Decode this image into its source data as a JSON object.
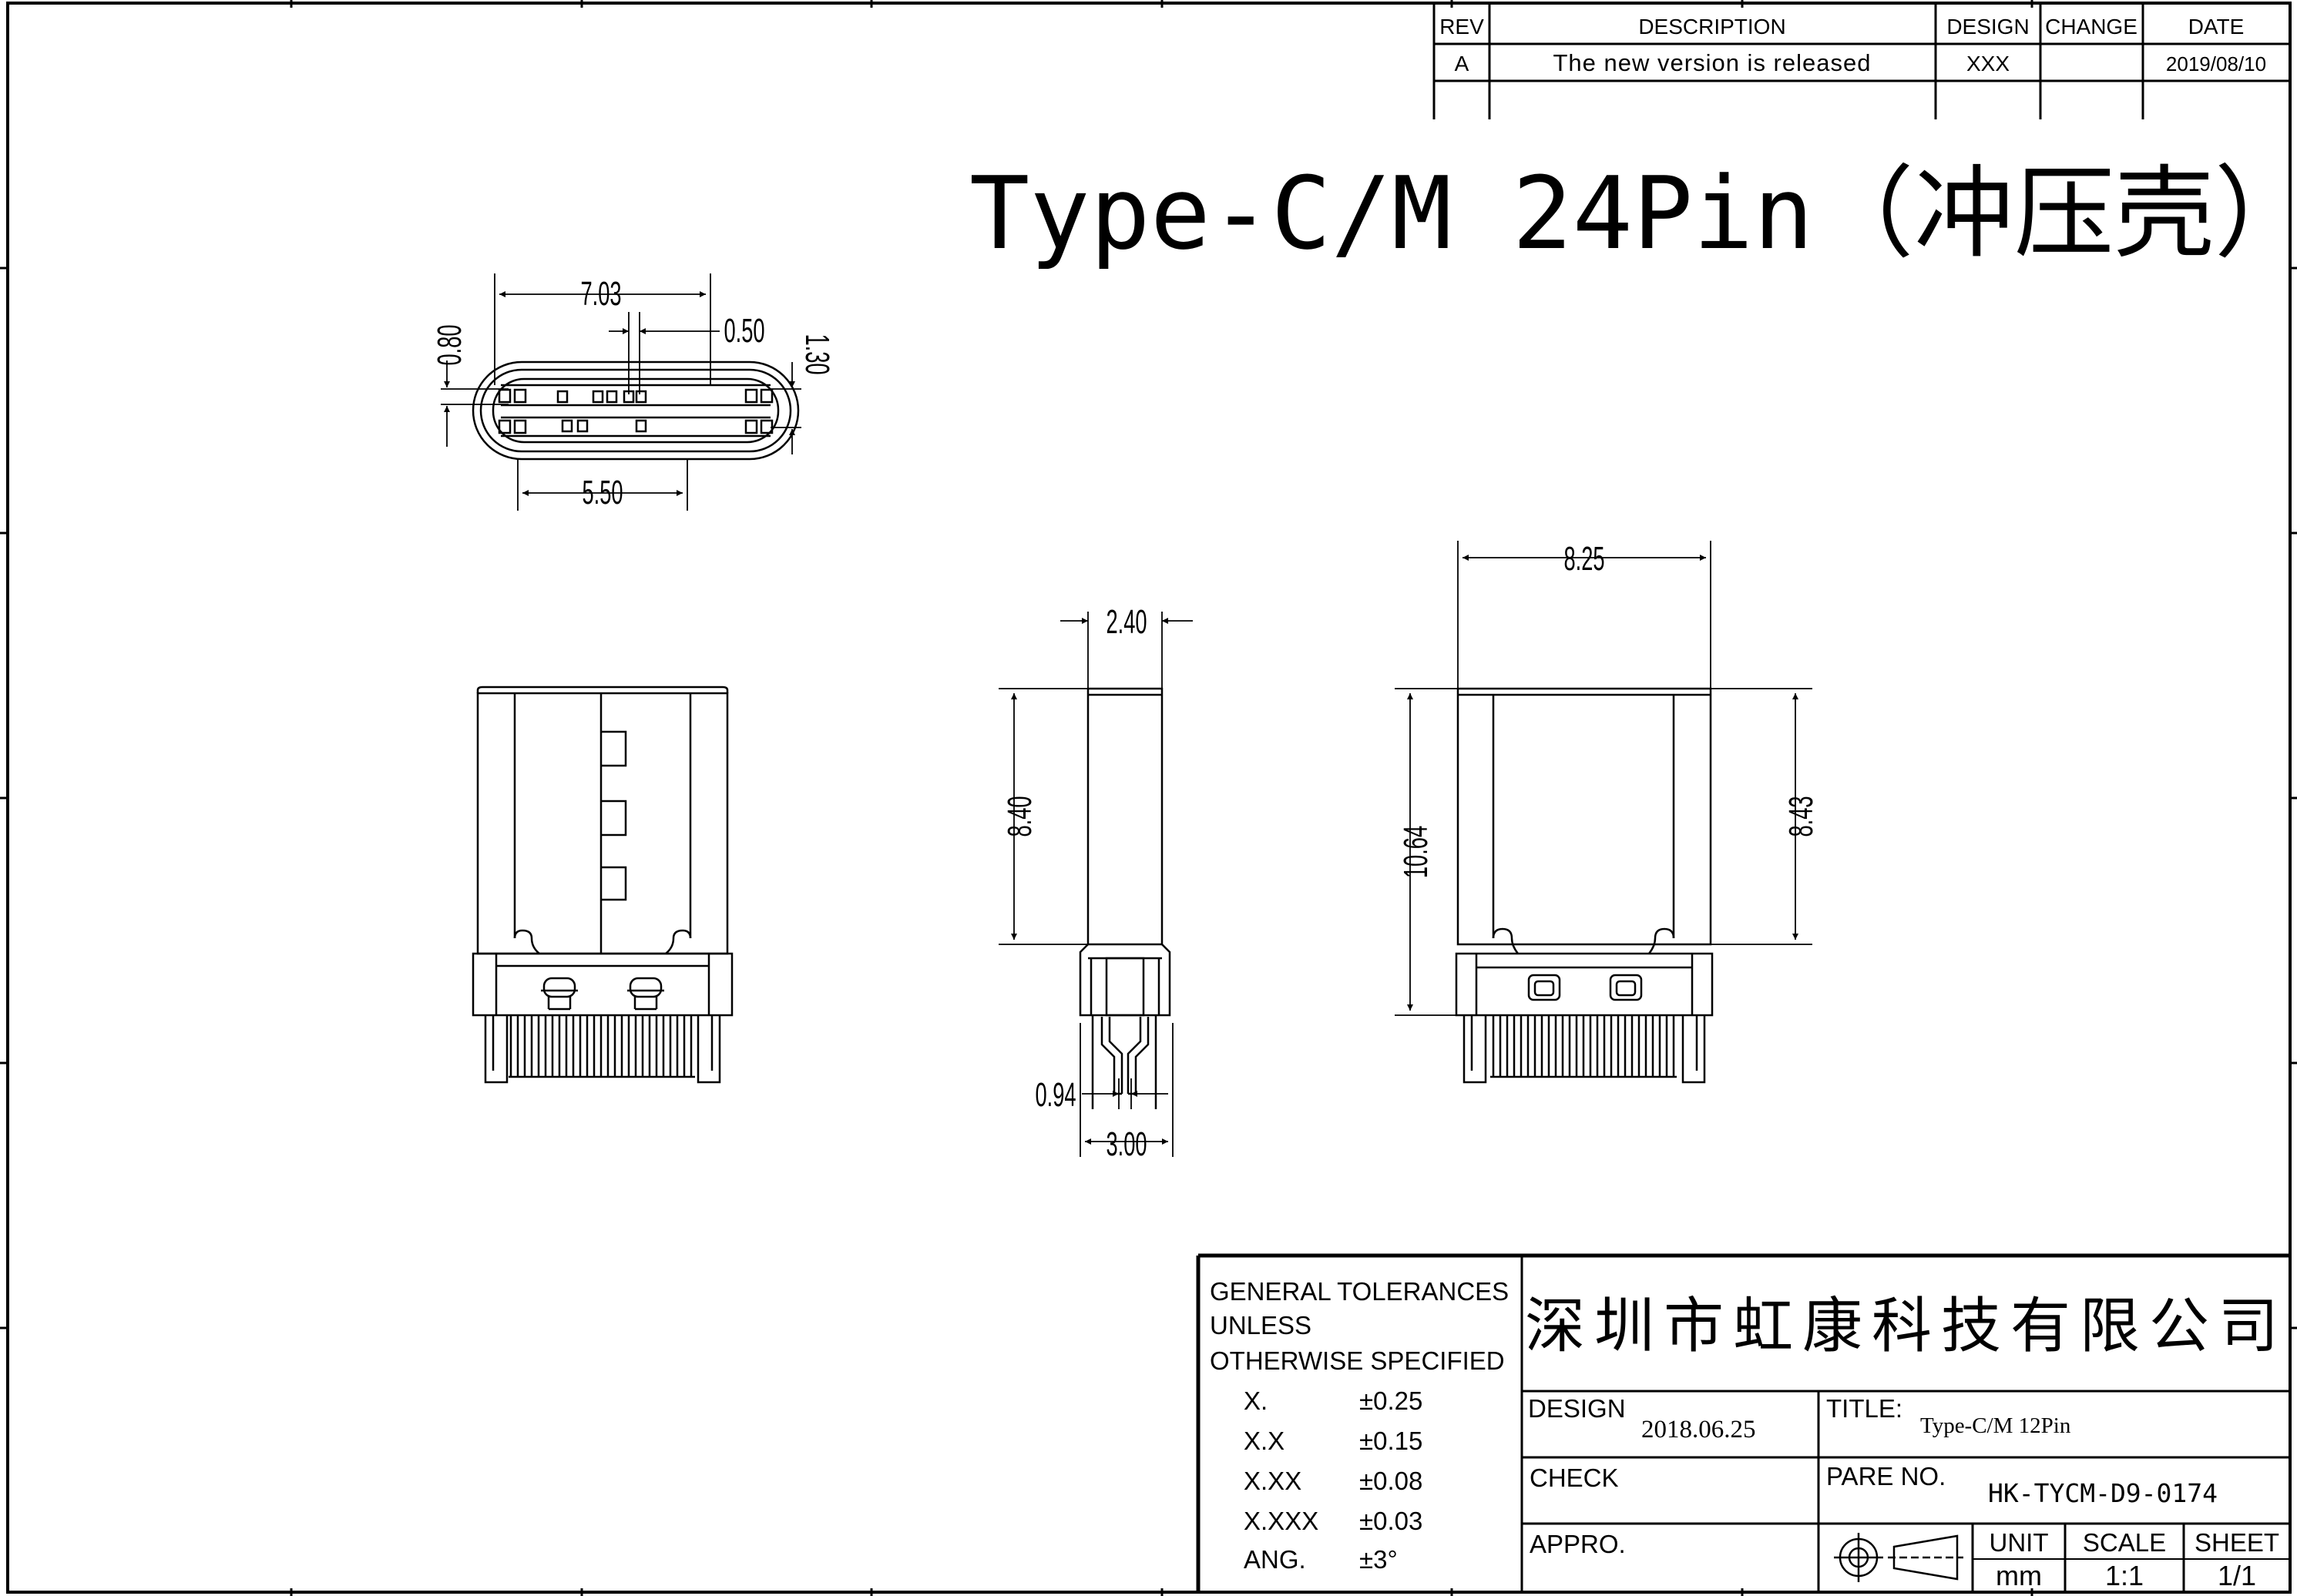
{
  "revision_block": {
    "headers": {
      "rev": "REV",
      "description": "DESCRIPTION",
      "design": "DESIGN",
      "change": "CHANGE",
      "date": "DATE"
    },
    "rows": [
      {
        "rev": "A",
        "description": "The new version is released",
        "design": "XXX",
        "change": "",
        "date": "2019/08/10"
      }
    ]
  },
  "drawing_title": "Type-C/M 24Pin（冲压壳）",
  "dimensions": {
    "top_width": "7.03",
    "pin_pitch": "0.50",
    "left_height": "0.80",
    "right_height": "1.30",
    "bottom_width": "5.50",
    "side_thickness": "2.40",
    "side_height": "8.40",
    "pin_width": "0.94",
    "pin_span": "3.00",
    "rear_width": "8.25",
    "rear_total_height": "10.64",
    "rear_shell_height": "8.43"
  },
  "title_block": {
    "tolerances": {
      "heading_lines": [
        "GENERAL TOLERANCES",
        "UNLESS",
        "OTHERWISE SPECIFIED"
      ],
      "rows": [
        {
          "label": "X.",
          "value": "±0.25"
        },
        {
          "label": "X.X",
          "value": "±0.15"
        },
        {
          "label": "X.XX",
          "value": "±0.08"
        },
        {
          "label": "X.XXX",
          "value": "±0.03"
        },
        {
          "label": "ANG.",
          "value": "±3°"
        }
      ]
    },
    "company": "深圳市虹康科技有限公司",
    "design_label": "DESIGN",
    "design_date": "2018.06.25",
    "title_label": "TITLE:",
    "title_value": "Type-C/M 12Pin",
    "check_label": "CHECK",
    "part_label": "PARE NO.",
    "part_value": "HK-TYCM-D9-0174",
    "approve_label": "APPRO.",
    "unit_label": "UNIT",
    "unit_value": "mm",
    "scale_label": "SCALE",
    "scale_value": "1:1",
    "sheet_label": "SHEET",
    "sheet_value": "1/1"
  }
}
